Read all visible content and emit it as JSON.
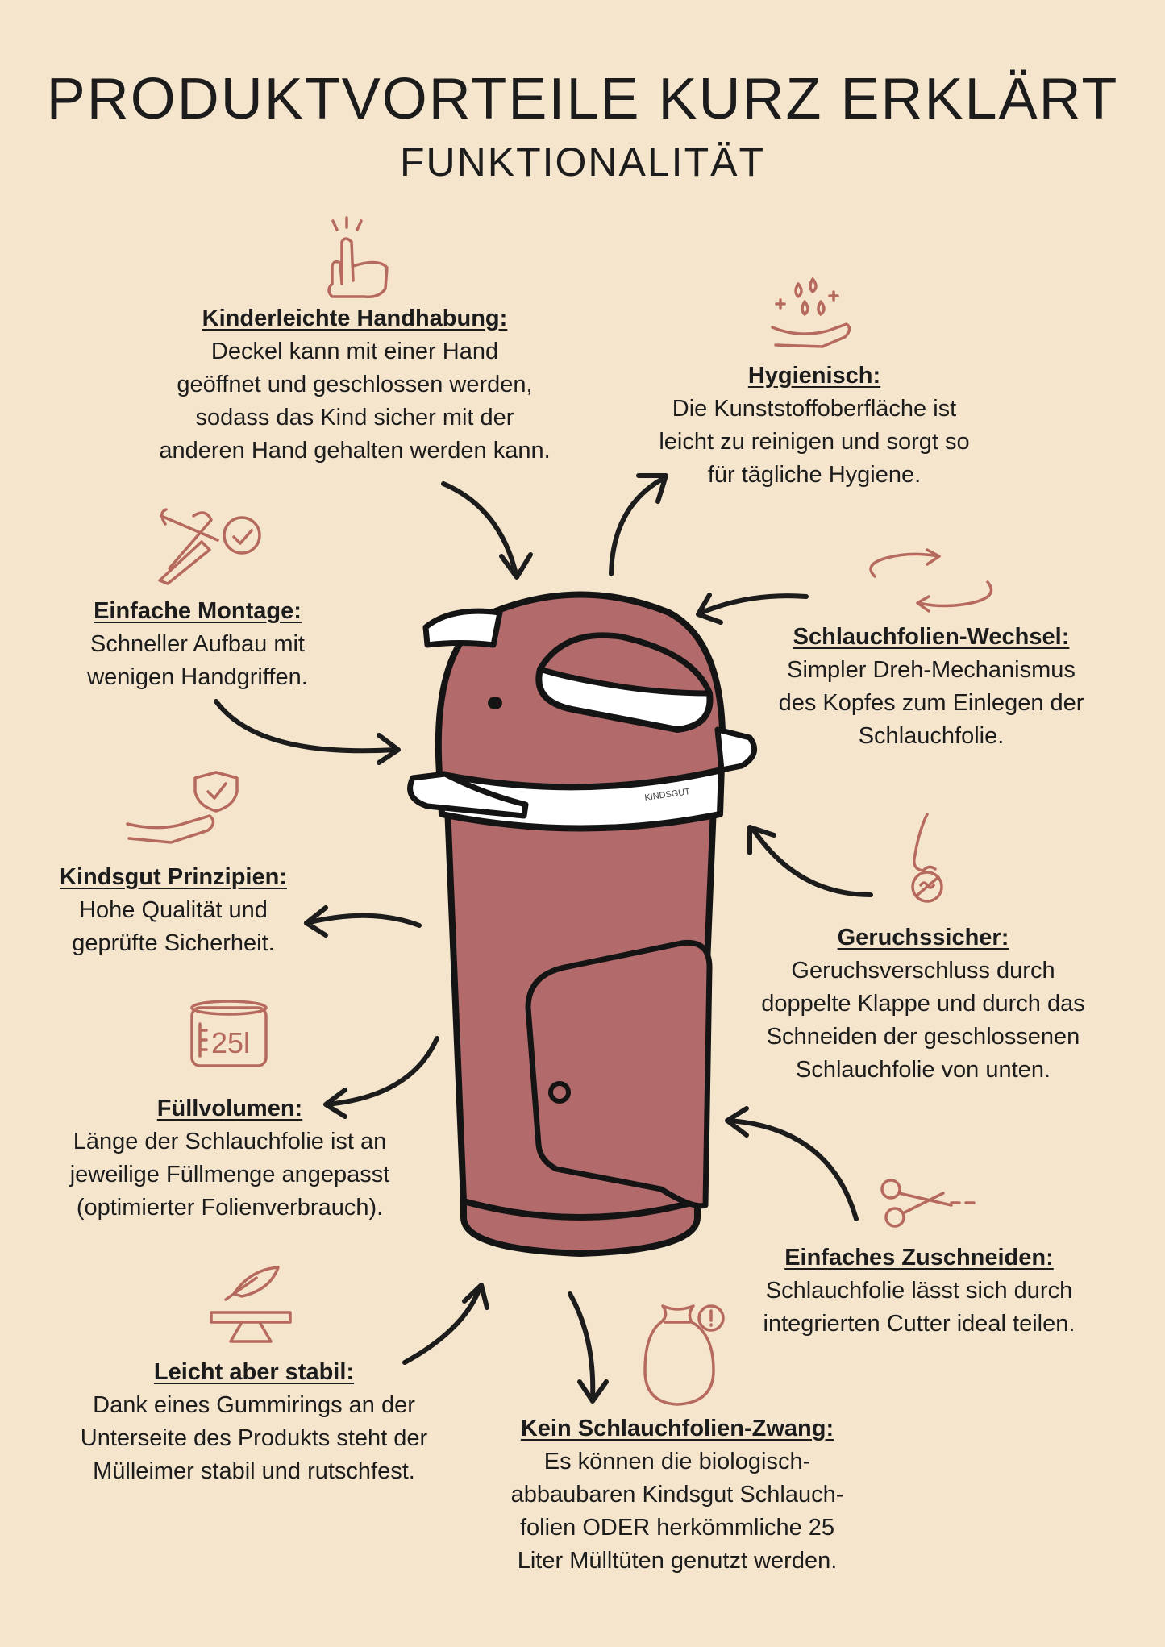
{
  "header": {
    "title": "PRODUKTVORTEILE KURZ ERKLÄRT",
    "subtitle": "FUNKTIONALITÄT"
  },
  "product": {
    "brand_label": "KINDSGUT",
    "color_body": "#b36a6b",
    "color_outline": "#141414",
    "color_trim": "#ffffff"
  },
  "features": {
    "handhabung": {
      "heading": "Kinderleichte Handhabung:",
      "body": "Deckel kann mit einer Hand\ngeöffnet und geschlossen werden,\nsodass das Kind sicher mit der\nanderen Hand gehalten werden kann.",
      "icon": "pointing-hand-icon"
    },
    "hygienisch": {
      "heading": "Hygienisch:",
      "body": "Die Kunststoffoberfläche ist\nleicht zu reinigen und sorgt so\nfür tägliche Hygiene.",
      "icon": "water-drops-hand-icon"
    },
    "montage": {
      "heading": "Einfache Montage:",
      "body": "Schneller Aufbau mit\nwenigen Handgriffen.",
      "icon": "tools-check-icon"
    },
    "wechsel": {
      "heading": "Schlauchfolien-Wechsel:",
      "body": "Simpler Dreh-Mechanismus\ndes Kopfes zum Einlegen der\nSchlauchfolie.",
      "icon": "rotate-arrows-icon"
    },
    "prinzipien": {
      "heading": "Kindsgut Prinzipien:",
      "body": "Hohe Qualität und\ngeprüfte Sicherheit.",
      "icon": "shield-hand-icon"
    },
    "geruch": {
      "heading": "Geruchssicher:",
      "body": "Geruchsverschluss durch\ndoppelte Klappe und durch das\nSchneiden der geschlossenen\nSchlauchfolie von unten.",
      "icon": "nose-no-smell-icon"
    },
    "fuellvolumen": {
      "heading": "Füllvolumen:",
      "body": "Länge der Schlauchfolie ist an\njeweilige Füllmenge angepasst\n(optimierter Folienverbrauch).",
      "icon": "container-25l-icon",
      "icon_label": "25l"
    },
    "zuschneiden": {
      "heading": "Einfaches Zuschneiden:",
      "body": "Schlauchfolie lässt sich durch\nintegrierten Cutter ideal teilen.",
      "icon": "scissors-icon"
    },
    "stabil": {
      "heading": "Leicht aber stabil:",
      "body": "Dank eines Gummirings an der\nUnterseite des Produkts steht der\nMülleimer stabil und rutschfest.",
      "icon": "feather-scale-icon"
    },
    "zwang": {
      "heading": "Kein Schlauchfolien-Zwang:",
      "body": "Es können die biologisch-\nabbaubaren Kindsgut Schlauch-\nfolien ODER herkömmliche 25\nLiter Mülltüten genutzt werden.",
      "icon": "garbage-bag-alert-icon"
    }
  }
}
